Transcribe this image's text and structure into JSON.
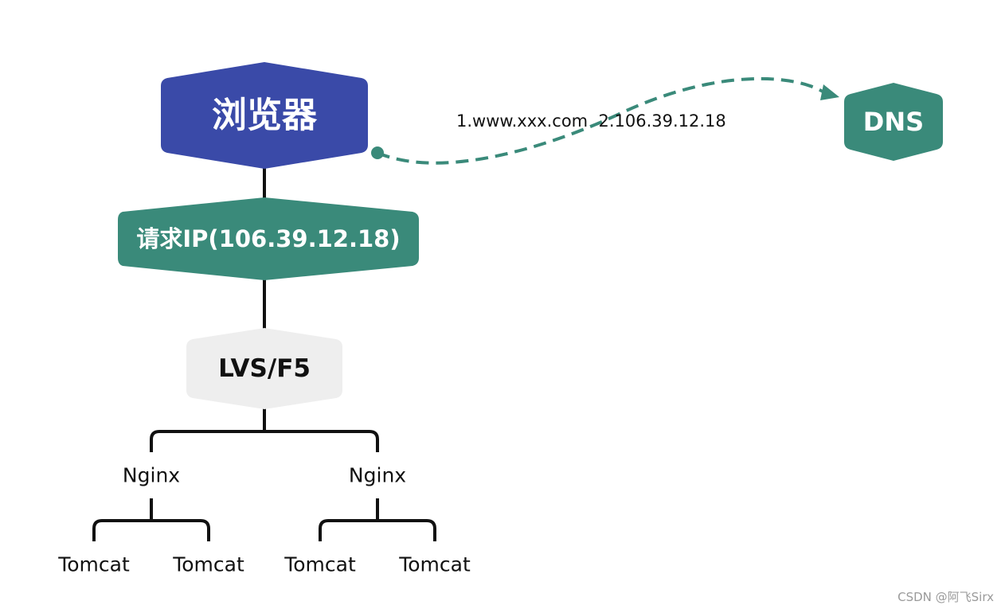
{
  "browser": {
    "label": "浏览器"
  },
  "dns": {
    "label": "DNS"
  },
  "dns_query": {
    "label": "1.www.xxx.com  2.106.39.12.18"
  },
  "request": {
    "label": "请求IP(106.39.12.18)"
  },
  "balancer": {
    "label": "LVS/F5"
  },
  "nginx": [
    {
      "label": "Nginx"
    },
    {
      "label": "Nginx"
    }
  ],
  "tomcat": [
    {
      "label": "Tomcat"
    },
    {
      "label": "Tomcat"
    },
    {
      "label": "Tomcat"
    },
    {
      "label": "Tomcat"
    }
  ],
  "watermark": "CSDN @阿飞Sirx",
  "colors": {
    "browser_fill": "#3a4aa8",
    "teal_fill": "#3a8a7a",
    "balancer_fill": "#eeeeee",
    "line": "#111111",
    "text_dark": "#111111",
    "text_light": "#ffffff"
  }
}
